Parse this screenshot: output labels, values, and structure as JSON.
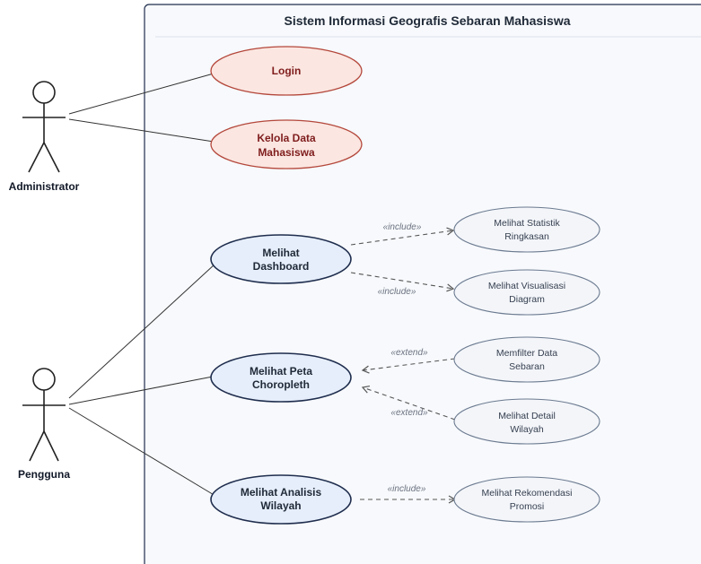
{
  "system": {
    "title": "Sistem Informasi Geografis Sebaran Mahasiswa"
  },
  "actors": {
    "admin": {
      "label": "Administrator"
    },
    "user": {
      "label": "Pengguna"
    }
  },
  "use_cases": {
    "login": [
      "Login"
    ],
    "kelola": [
      "Kelola Data",
      "Mahasiswa"
    ],
    "dashboard": [
      "Melihat",
      "Dashboard"
    ],
    "peta": [
      "Melihat Peta",
      "Choropleth"
    ],
    "analisis": [
      "Melihat Analisis",
      "Wilayah"
    ],
    "statistik": [
      "Melihat Statistik",
      "Ringkasan"
    ],
    "visualisasi": [
      "Melihat Visualisasi",
      "Diagram"
    ],
    "filter": [
      "Memfilter Data",
      "Sebaran"
    ],
    "detail": [
      "Melihat Detail",
      "Wilayah"
    ],
    "rekomendasi": [
      "Melihat Rekomendasi",
      "Promosi"
    ]
  },
  "stereotypes": {
    "dash_statistik": "«include»",
    "dash_visualisasi": "«include»",
    "filter_peta": "«extend»",
    "detail_peta": "«extend»",
    "analisis_rekomendasi": "«include»"
  },
  "colors": {
    "admin_fill": "#fbe6e1",
    "admin_stroke": "#b4473b",
    "main_fill": "#e6eefb",
    "main_stroke": "#1f2d4d",
    "sub_fill": "#f3f5f9",
    "sub_stroke": "#6b7a90",
    "system_fill": "#f7f9fc",
    "system_stroke": "#1f2d4d"
  }
}
